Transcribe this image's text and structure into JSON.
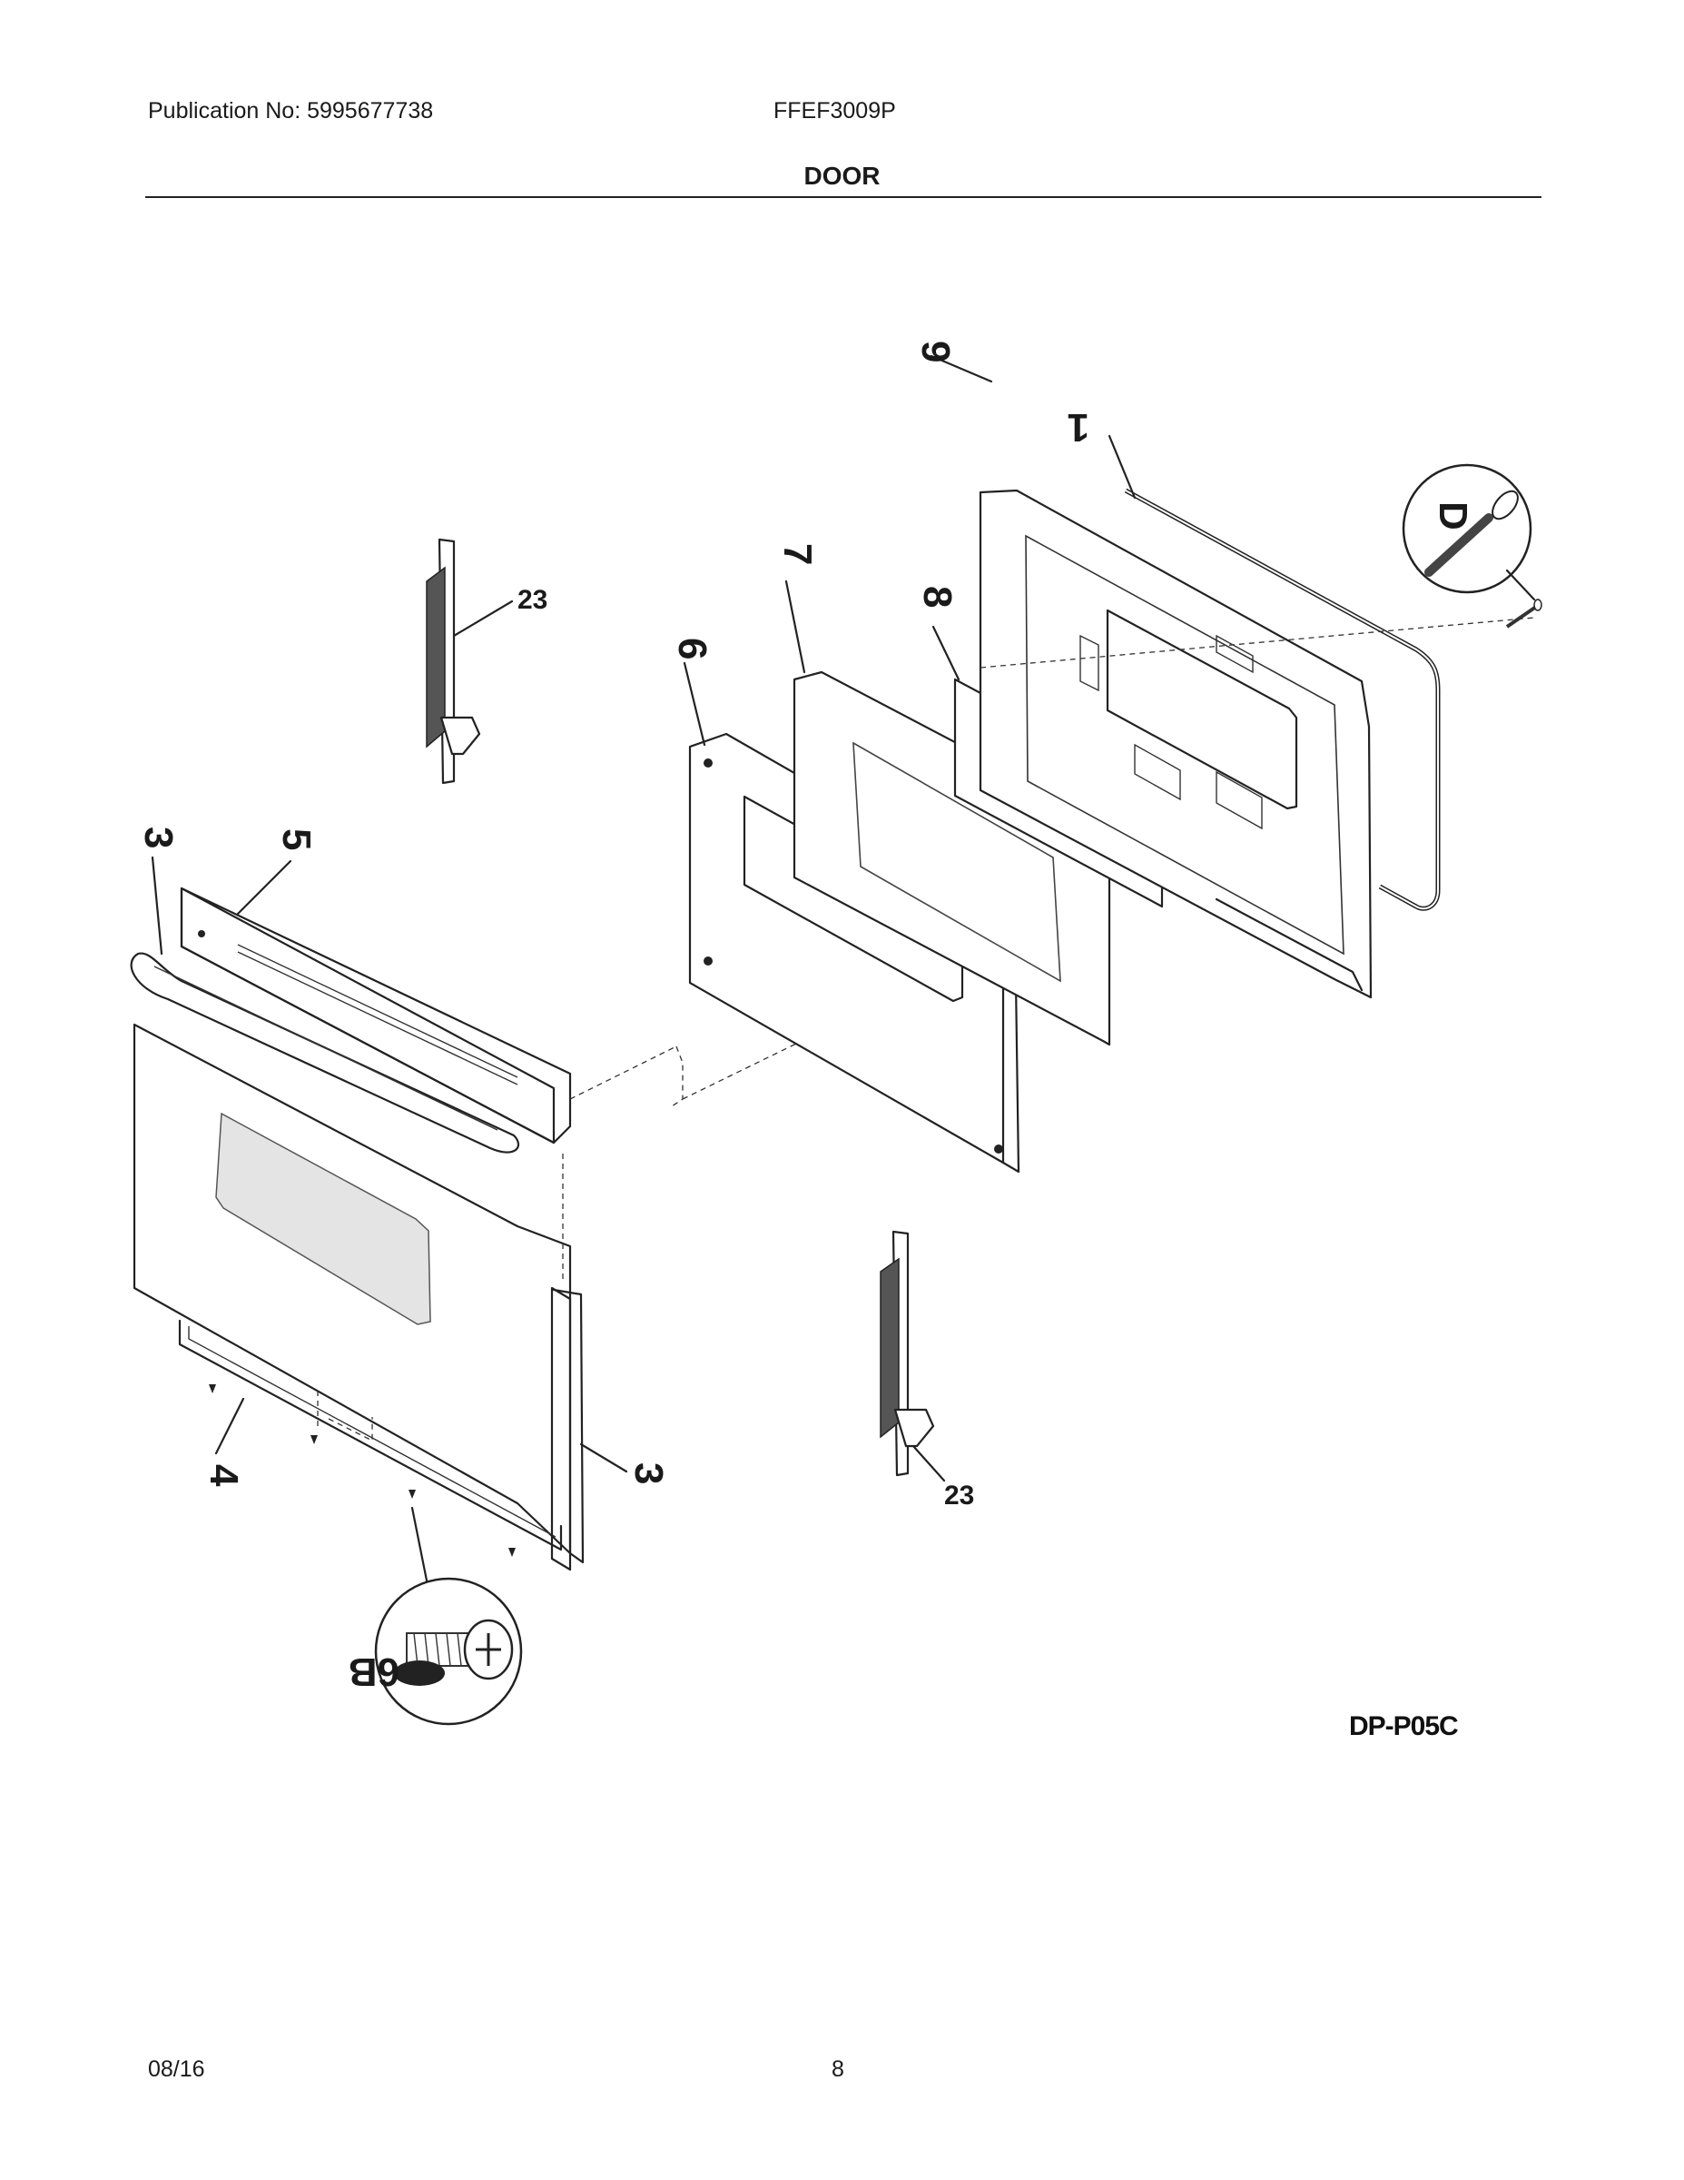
{
  "header": {
    "publication": "Publication No: 5995677738",
    "model": "FFEF3009P",
    "section": "DOOR"
  },
  "footer": {
    "date": "08/16",
    "page": "8"
  },
  "callouts": {
    "hinge_top": "23",
    "hinge_bottom": "23"
  },
  "diagram_id": "DP-P05C"
}
